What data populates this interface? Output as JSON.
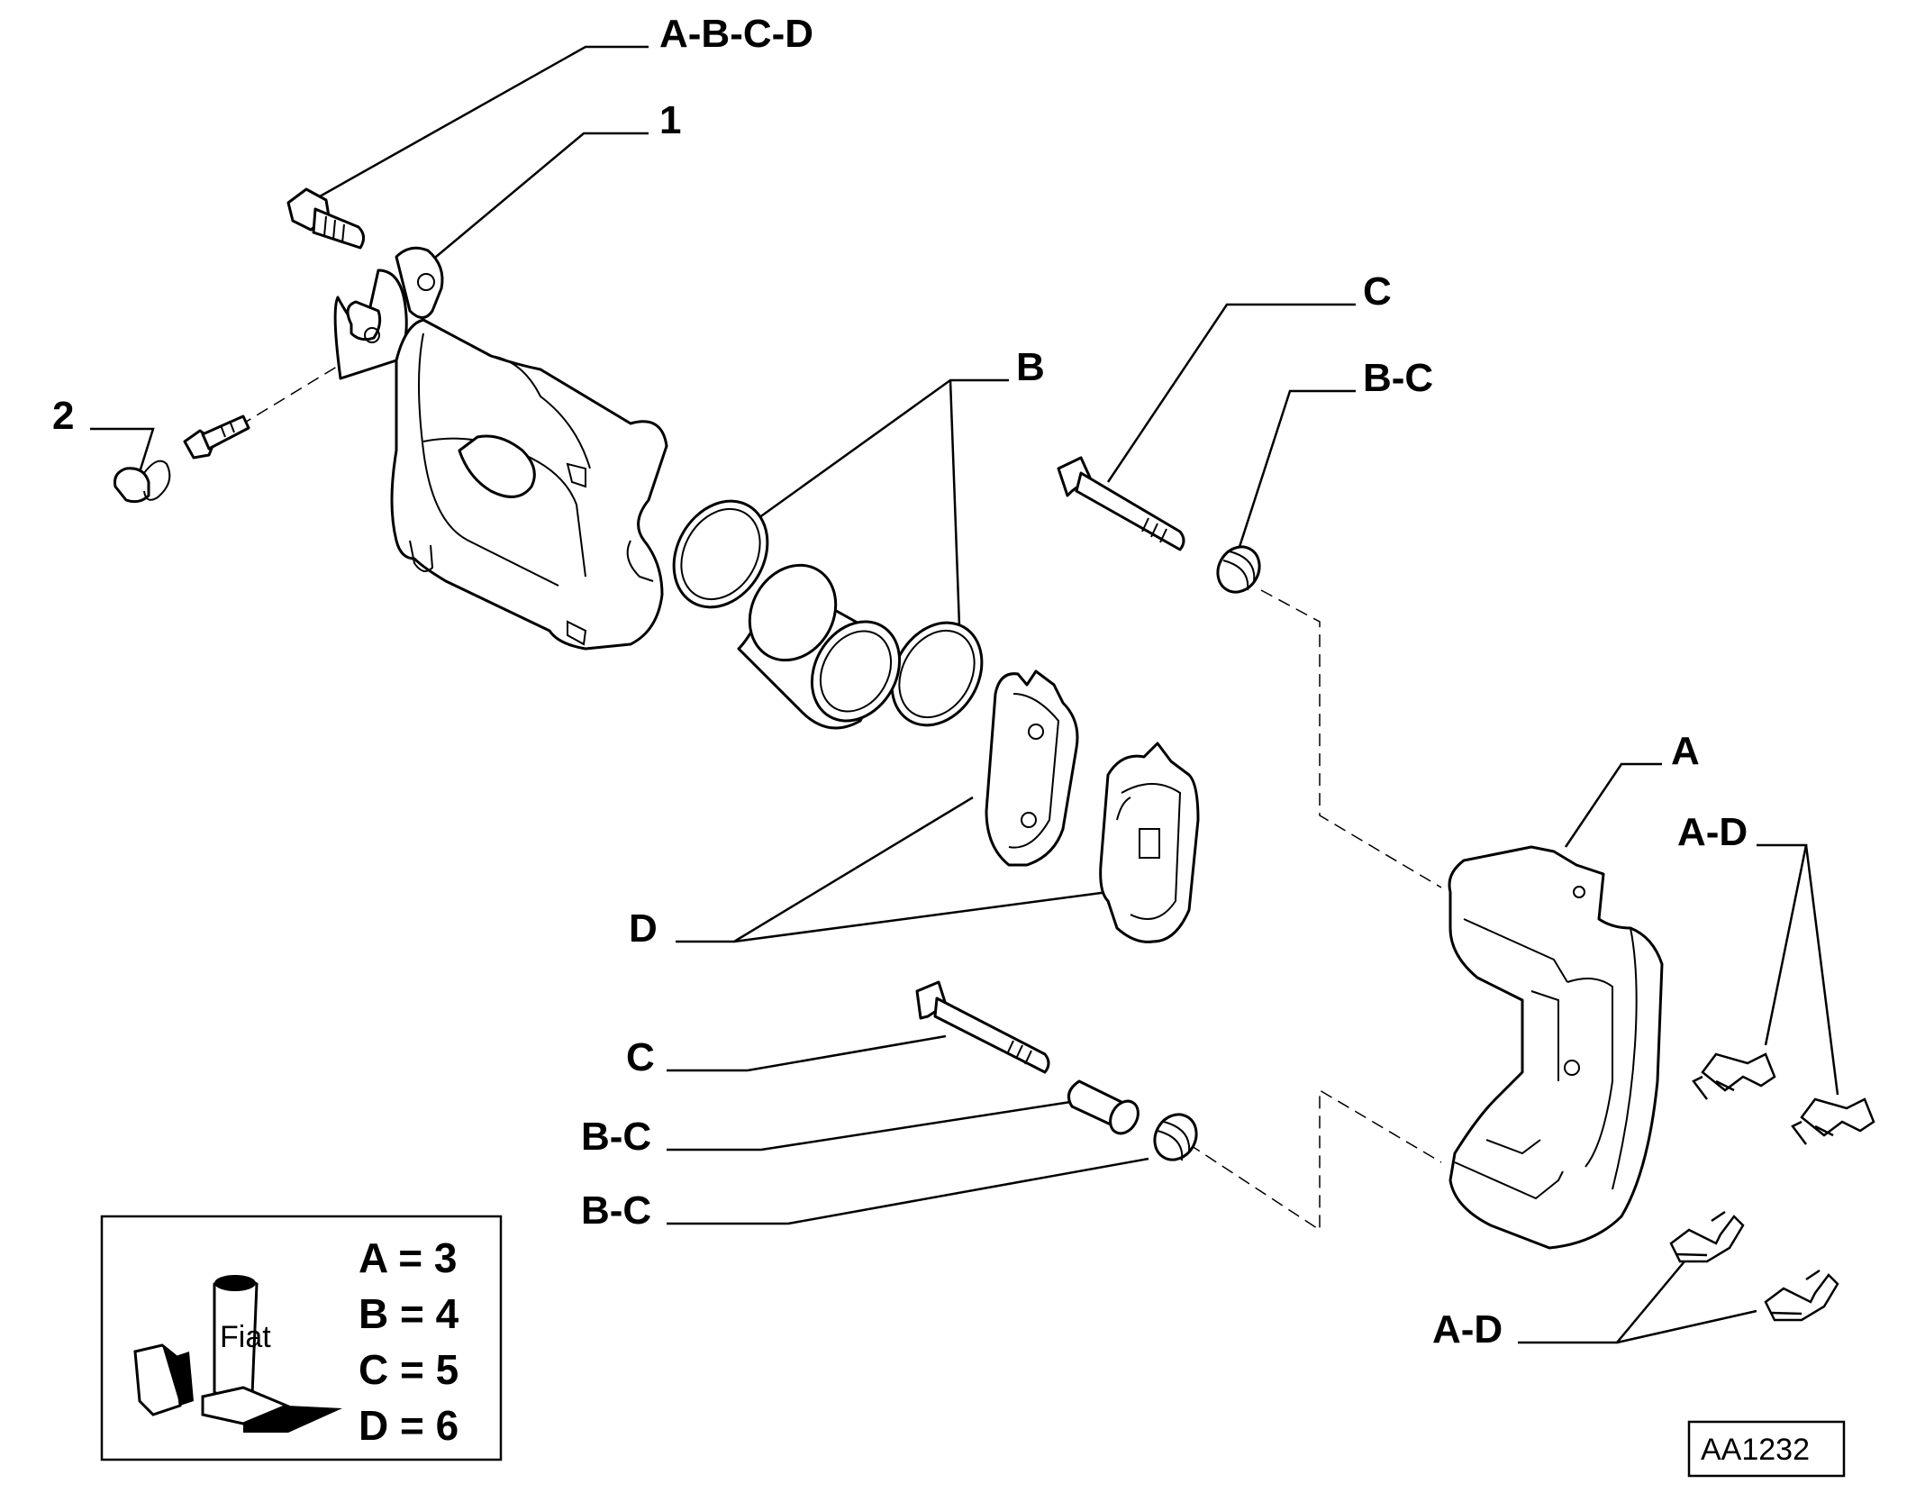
{
  "callouts": {
    "abcd_top": "A-B-C-D",
    "one": "1",
    "two": "2",
    "b_top": "B",
    "c_top": "C",
    "bc_top": "B-C",
    "d": "D",
    "a": "A",
    "ad_upper": "A-D",
    "c_lower": "C",
    "bc_mid": "B-C",
    "bc_low": "B-C",
    "ad_lower": "A-D"
  },
  "legend": {
    "items": [
      "A = 3",
      "B = 4",
      "C = 5",
      "D = 6"
    ],
    "package_brand": "Fiat"
  },
  "reference_code": "AA1232"
}
